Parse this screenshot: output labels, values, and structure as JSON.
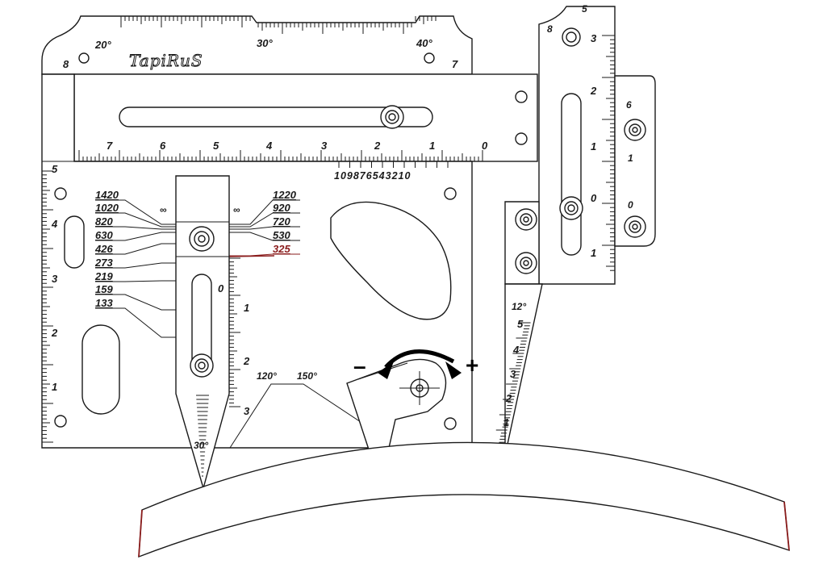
{
  "logo": "TapiRuS",
  "angle_scale": [
    "20°",
    "30°",
    "40°"
  ],
  "corner_marks": {
    "top_left": "8",
    "top_right": "7",
    "vertical_top": "5",
    "vertical_hole": "8",
    "right_tab": "6"
  },
  "horizontal_ruler_labels": [
    "7",
    "6",
    "5",
    "4",
    "3",
    "2",
    "1",
    "0"
  ],
  "vernier_label": "109876543210",
  "left_ruler_labels": [
    "5",
    "4",
    "3",
    "2",
    "1"
  ],
  "probe_ruler_labels": [
    "0",
    "1",
    "2",
    "3"
  ],
  "infinity_left": "∞",
  "infinity_right": "∞",
  "diameters_left": [
    "1420",
    "1020",
    "820",
    "630",
    "426",
    "273",
    "219",
    "159",
    "133"
  ],
  "diameters_right": [
    "1220",
    "920",
    "720",
    "530",
    "325"
  ],
  "highlight_diameter": "325",
  "bottom_angles": [
    "30°",
    "120°",
    "150°"
  ],
  "vertical_ruler_labels": [
    "3",
    "2",
    "1",
    "0",
    "1"
  ],
  "right_tab_labels": [
    "1",
    "0"
  ],
  "incline_angle": "12°",
  "incline_scale": [
    "5",
    "4",
    "3",
    "2",
    "1"
  ],
  "rotation_signs": {
    "minus": "–",
    "plus": "+"
  },
  "colors": {
    "outline": "#1a1a1a",
    "highlight": "#8a1c1c",
    "background": "#ffffff"
  }
}
